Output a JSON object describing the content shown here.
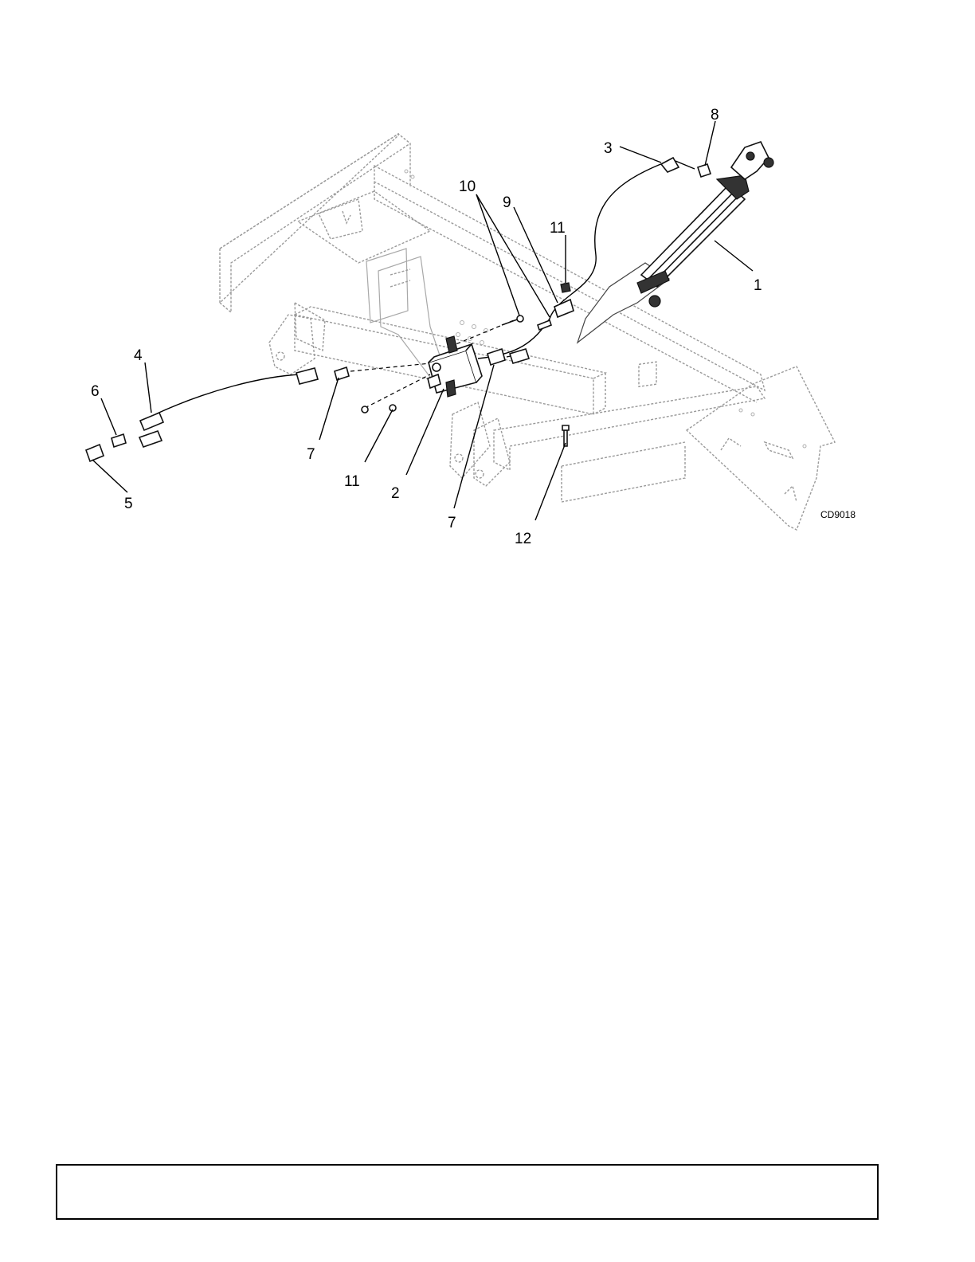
{
  "diagram": {
    "drawing_code": "CD9018",
    "callouts": [
      {
        "id": "c8",
        "label": "8"
      },
      {
        "id": "c3",
        "label": "3"
      },
      {
        "id": "c10",
        "label": "10"
      },
      {
        "id": "c9",
        "label": "9"
      },
      {
        "id": "c11a",
        "label": "11"
      },
      {
        "id": "c1",
        "label": "1"
      },
      {
        "id": "c4",
        "label": "4"
      },
      {
        "id": "c6",
        "label": "6"
      },
      {
        "id": "c7a",
        "label": "7"
      },
      {
        "id": "c11b",
        "label": "11"
      },
      {
        "id": "c2",
        "label": "2"
      },
      {
        "id": "c5",
        "label": "5"
      },
      {
        "id": "c7b",
        "label": "7"
      },
      {
        "id": "c12",
        "label": "12"
      }
    ]
  },
  "footer": {}
}
